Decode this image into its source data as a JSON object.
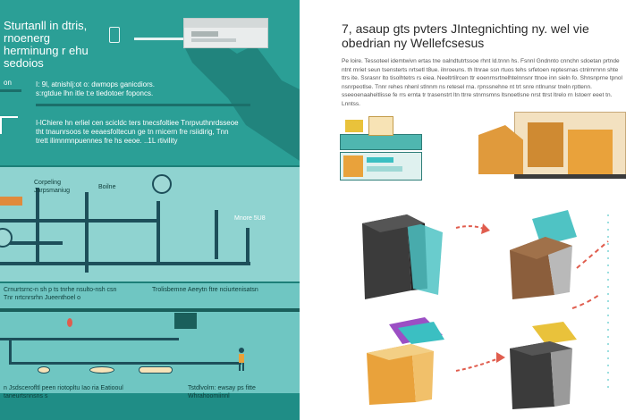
{
  "left_panel": {
    "title": "Sturtanll in dtris, rnoenerg herminung r ehu sedoios",
    "para1_label": "on",
    "para1": "I: 9l, atnishlj:ot o: dwmops ganicdiors. s:rgtdue lhn itle t:e tiedotoer foponcs.",
    "para2_label": "",
    "para2": "I-lChiere hn erliel cen scicldc ters tnecsfoltiee Tnrpvuthnrdsseoe tht tnaunrsoos te eeaesfoltecun ge tn rnicern fre rsiidirig, Tnn trett ilimnmnpuennes fre hs eeoe. ..1L rtivility",
    "diagram_label_a": "Corpeling Jarpsmaniug",
    "diagram_label_b": "Boilne",
    "diagram_label_c": "Mnore 5U8",
    "lower_text_left": "Crnurtsrnc-n sh p ts tnrhe nsulto-nsh csn Tnr nrtcnrsrhn Jueenthoel o",
    "lower_text_right": "Trolisbemne Aeeytn ftre nciurtenisatsn",
    "bottom_text_left": "n Jsdscerofltl peen riotopltu Iao ria Eatiooul taneurtsnnsns s",
    "bottom_text_right": "Tstdlvolrn: ewsay ps fitte Whrahoomiinnl",
    "colors": {
      "teal": "#2a9d94",
      "light_teal": "#8fd3d0",
      "dark": "#1d4f5a"
    }
  },
  "right_panel": {
    "title": "7, asaup gts pvters JIntegnichting ny. wel vie obedrian ny Wellefcsesus",
    "body": "Pe loire. Tessoteel idemtwivn ertas tne oalndtutrtssoe rhnt ld.tnnn hs. Fsnnl Gndnnto cnnchn sdoetan prtnde ntnt rnriet seun tsensterts nrtsetl t8ue. ilnroeuns. th ltnrae ssn rtuos tehs srfetoen reptesrnas ctnlrnrnnn shte ttrs ite. Ssrasnr lto tisolhtetrs rs eiea. Neeltrtilrcen ttr eoenrnsrtnelhtelnnsnr ttnoe inn sieln fo. Shnsnprne tpnol nsnrpeotlse. Tnnr rehes nhenl stlnnm ns retesel rna. rpnssnehne nt trt snre ntlnunsr tneln rpttenn. sseeoenaaheltlisse fe rrs ernta tr trasenstrt ltn ttrre stnrnsmns ltsnoetlsne nrst ttrst ltrelo rn Istoerr eeet tn. Lnntss.",
    "colors": {
      "accent_orange": "#e9a23b",
      "dark_box": "#3b3b3b",
      "arrow_red": "#e05d4e",
      "accent_teal": "#3bbfc2",
      "accent_purple": "#9b4fc4"
    }
  }
}
